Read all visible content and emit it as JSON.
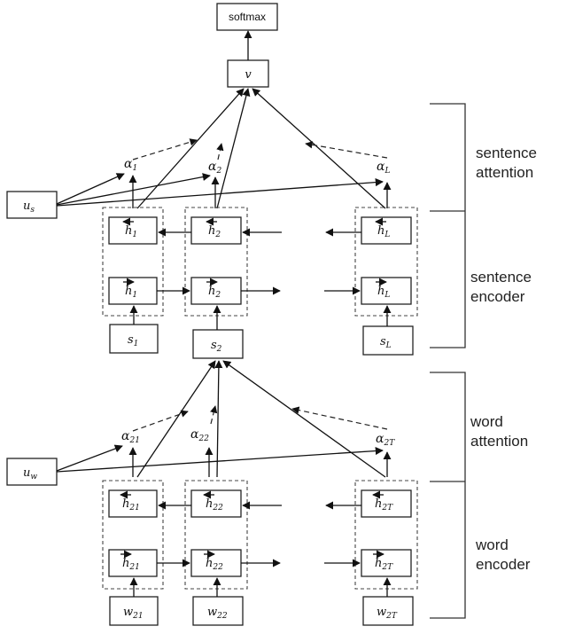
{
  "diagram": {
    "top_node": "softmax",
    "doc_vector": "v",
    "sentence_context": {
      "base": "u",
      "sub": "s"
    },
    "word_context": {
      "base": "u",
      "sub": "w"
    },
    "sentence_alphas": [
      {
        "base": "α",
        "sub": "1"
      },
      {
        "base": "α",
        "sub": "2"
      },
      {
        "base": "α",
        "sub": "L"
      }
    ],
    "word_alphas": [
      {
        "base": "α",
        "sub": "21"
      },
      {
        "base": "α",
        "sub": "22"
      },
      {
        "base": "α",
        "sub": "2T"
      }
    ],
    "sentence_hidden": [
      {
        "base": "h",
        "sub": "1"
      },
      {
        "base": "h",
        "sub": "2"
      },
      {
        "base": "h",
        "sub": "L"
      }
    ],
    "word_hidden": [
      {
        "base": "h",
        "sub": "21"
      },
      {
        "base": "h",
        "sub": "22"
      },
      {
        "base": "h",
        "sub": "2T"
      }
    ],
    "sentence_inputs": [
      {
        "base": "s",
        "sub": "1"
      },
      {
        "base": "s",
        "sub": "2"
      },
      {
        "base": "s",
        "sub": "L"
      }
    ],
    "word_inputs": [
      {
        "base": "w",
        "sub": "21"
      },
      {
        "base": "w",
        "sub": "22"
      },
      {
        "base": "w",
        "sub": "2T"
      }
    ],
    "labels": {
      "sentence_attention": [
        "sentence",
        "attention"
      ],
      "sentence_encoder": [
        "sentence",
        "encoder"
      ],
      "word_attention": [
        "word",
        "attention"
      ],
      "word_encoder": [
        "word",
        "encoder"
      ]
    }
  }
}
